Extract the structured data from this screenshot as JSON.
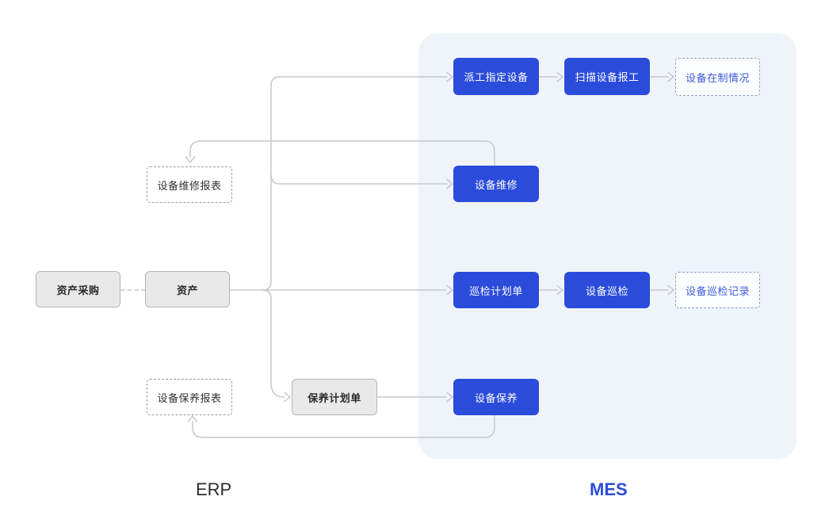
{
  "diagram": {
    "title": "ERP-MES equipment management flow",
    "zones": {
      "erp_label": "ERP",
      "mes_label": "MES"
    },
    "colors": {
      "mes_panel_bg": "#eff4fb",
      "primary_blue": "#2b4cdb",
      "dashed_blue_text": "#3d5ae0",
      "gray_box_fill": "#e9e9e9",
      "gray_box_border": "#b4b4b4",
      "connector_line": "#c8c8cb"
    },
    "nodes": {
      "asset_purchase": {
        "label": "资产采购",
        "type": "solid-gray"
      },
      "asset": {
        "label": "资产",
        "type": "solid-gray"
      },
      "equipment_repair_report": {
        "label": "设备维修报表",
        "type": "dashed-gray"
      },
      "equipment_maintenance_report": {
        "label": "设备保养报表",
        "type": "dashed-gray"
      },
      "maintenance_plan": {
        "label": "保养计划单",
        "type": "solid-gray"
      },
      "dispatch_assign_equipment": {
        "label": "派工指定设备",
        "type": "solid-blue"
      },
      "scan_equipment_report": {
        "label": "扫描设备报工",
        "type": "solid-blue"
      },
      "equipment_wip_status": {
        "label": "设备在制情况",
        "type": "dashed-blue"
      },
      "equipment_repair": {
        "label": "设备维修",
        "type": "solid-blue"
      },
      "inspection_plan": {
        "label": "巡检计划单",
        "type": "solid-blue"
      },
      "equipment_inspection": {
        "label": "设备巡检",
        "type": "solid-blue"
      },
      "equipment_inspection_record": {
        "label": "设备巡检记录",
        "type": "dashed-blue"
      },
      "equipment_maintenance": {
        "label": "设备保养",
        "type": "solid-blue"
      }
    },
    "edges": [
      "asset_purchase -(dashed)- asset",
      "asset -> dispatch_assign_equipment",
      "asset -> equipment_repair",
      "asset -> inspection_plan",
      "asset -> maintenance_plan",
      "dispatch_assign_equipment -> scan_equipment_report",
      "scan_equipment_report -> equipment_wip_status",
      "inspection_plan -> equipment_inspection",
      "equipment_inspection -> equipment_inspection_record",
      "maintenance_plan -> equipment_maintenance",
      "equipment_repair -> equipment_repair_report",
      "equipment_maintenance -> equipment_maintenance_report"
    ]
  }
}
